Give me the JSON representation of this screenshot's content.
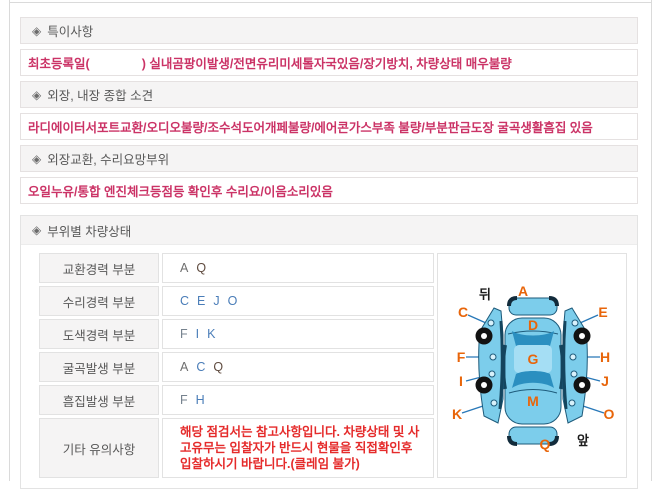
{
  "ui": {
    "bullet": "◈"
  },
  "colors": {
    "pink_text": "#cb3366",
    "red_notice": "#e52b2b",
    "header_bg": "#f5f4f4",
    "border": "#e2e2e2",
    "diagram_letter": "#e8650a",
    "car_body": "#7ccdeb",
    "car_shade": "#2b8fc0"
  },
  "notes_box": {
    "rows": [
      {
        "kind": "header",
        "text": "특이사항"
      },
      {
        "kind": "content",
        "text": "최초등록일(               ) 실내곰팡이발생/전면유리미세톨자국있음/장기방치, 차량상태 매우불량"
      },
      {
        "kind": "header",
        "text": "외장, 내장 종합 소견"
      },
      {
        "kind": "content",
        "text": "라디에이터서포트교환/오디오불량/조수석도어개페불량/에어콘가스부족 불량/부분판금도장 굴곡생활흠집 있음"
      },
      {
        "kind": "header",
        "text": "외장교환, 수리요망부위"
      },
      {
        "kind": "content",
        "text": "오일누유/통합 엔진체크등점등 확인후 수리요/이음소리있음"
      }
    ]
  },
  "condition_box": {
    "title": "부위별 차량상태",
    "rows": [
      {
        "label": "교환경력 부분",
        "letters": [
          {
            "ch": "A",
            "color": "#6e6e6e"
          },
          {
            "ch": "Q",
            "color": "#5f4b3f"
          }
        ]
      },
      {
        "label": "수리경력 부분",
        "letters": [
          {
            "ch": "C",
            "color": "#4a7db8"
          },
          {
            "ch": "E",
            "color": "#4a7db8"
          },
          {
            "ch": "J",
            "color": "#4a7db8"
          },
          {
            "ch": "O",
            "color": "#4a7db8"
          }
        ]
      },
      {
        "label": "도색경력 부분",
        "letters": [
          {
            "ch": "F",
            "color": "#76828e"
          },
          {
            "ch": "I",
            "color": "#4a7db8"
          },
          {
            "ch": "K",
            "color": "#4a7db8"
          }
        ]
      },
      {
        "label": "굴곡발생 부분",
        "letters": [
          {
            "ch": "A",
            "color": "#6e6e6e"
          },
          {
            "ch": "C",
            "color": "#4a7db8"
          },
          {
            "ch": "Q",
            "color": "#5f4b3f"
          }
        ]
      },
      {
        "label": "흠집발생 부분",
        "letters": [
          {
            "ch": "F",
            "color": "#76828e"
          },
          {
            "ch": "H",
            "color": "#4a7db8"
          }
        ]
      },
      {
        "label": "기타 유의사항",
        "notice": "해당 점검서는 참고사항입니다. 차량상태 및 사고유무는 입찰자가 반드시 현물을 직접확인후 입찰하시기 바랍니다.(클레임 불가)"
      }
    ],
    "diagram": {
      "rear_label": "뒤",
      "front_label": "앞",
      "letters": {
        "A": "A",
        "C": "C",
        "D": "D",
        "E": "E",
        "F": "F",
        "G": "G",
        "H": "H",
        "I": "I",
        "J": "J",
        "K": "K",
        "M": "M",
        "O": "O",
        "Q": "Q"
      }
    }
  }
}
